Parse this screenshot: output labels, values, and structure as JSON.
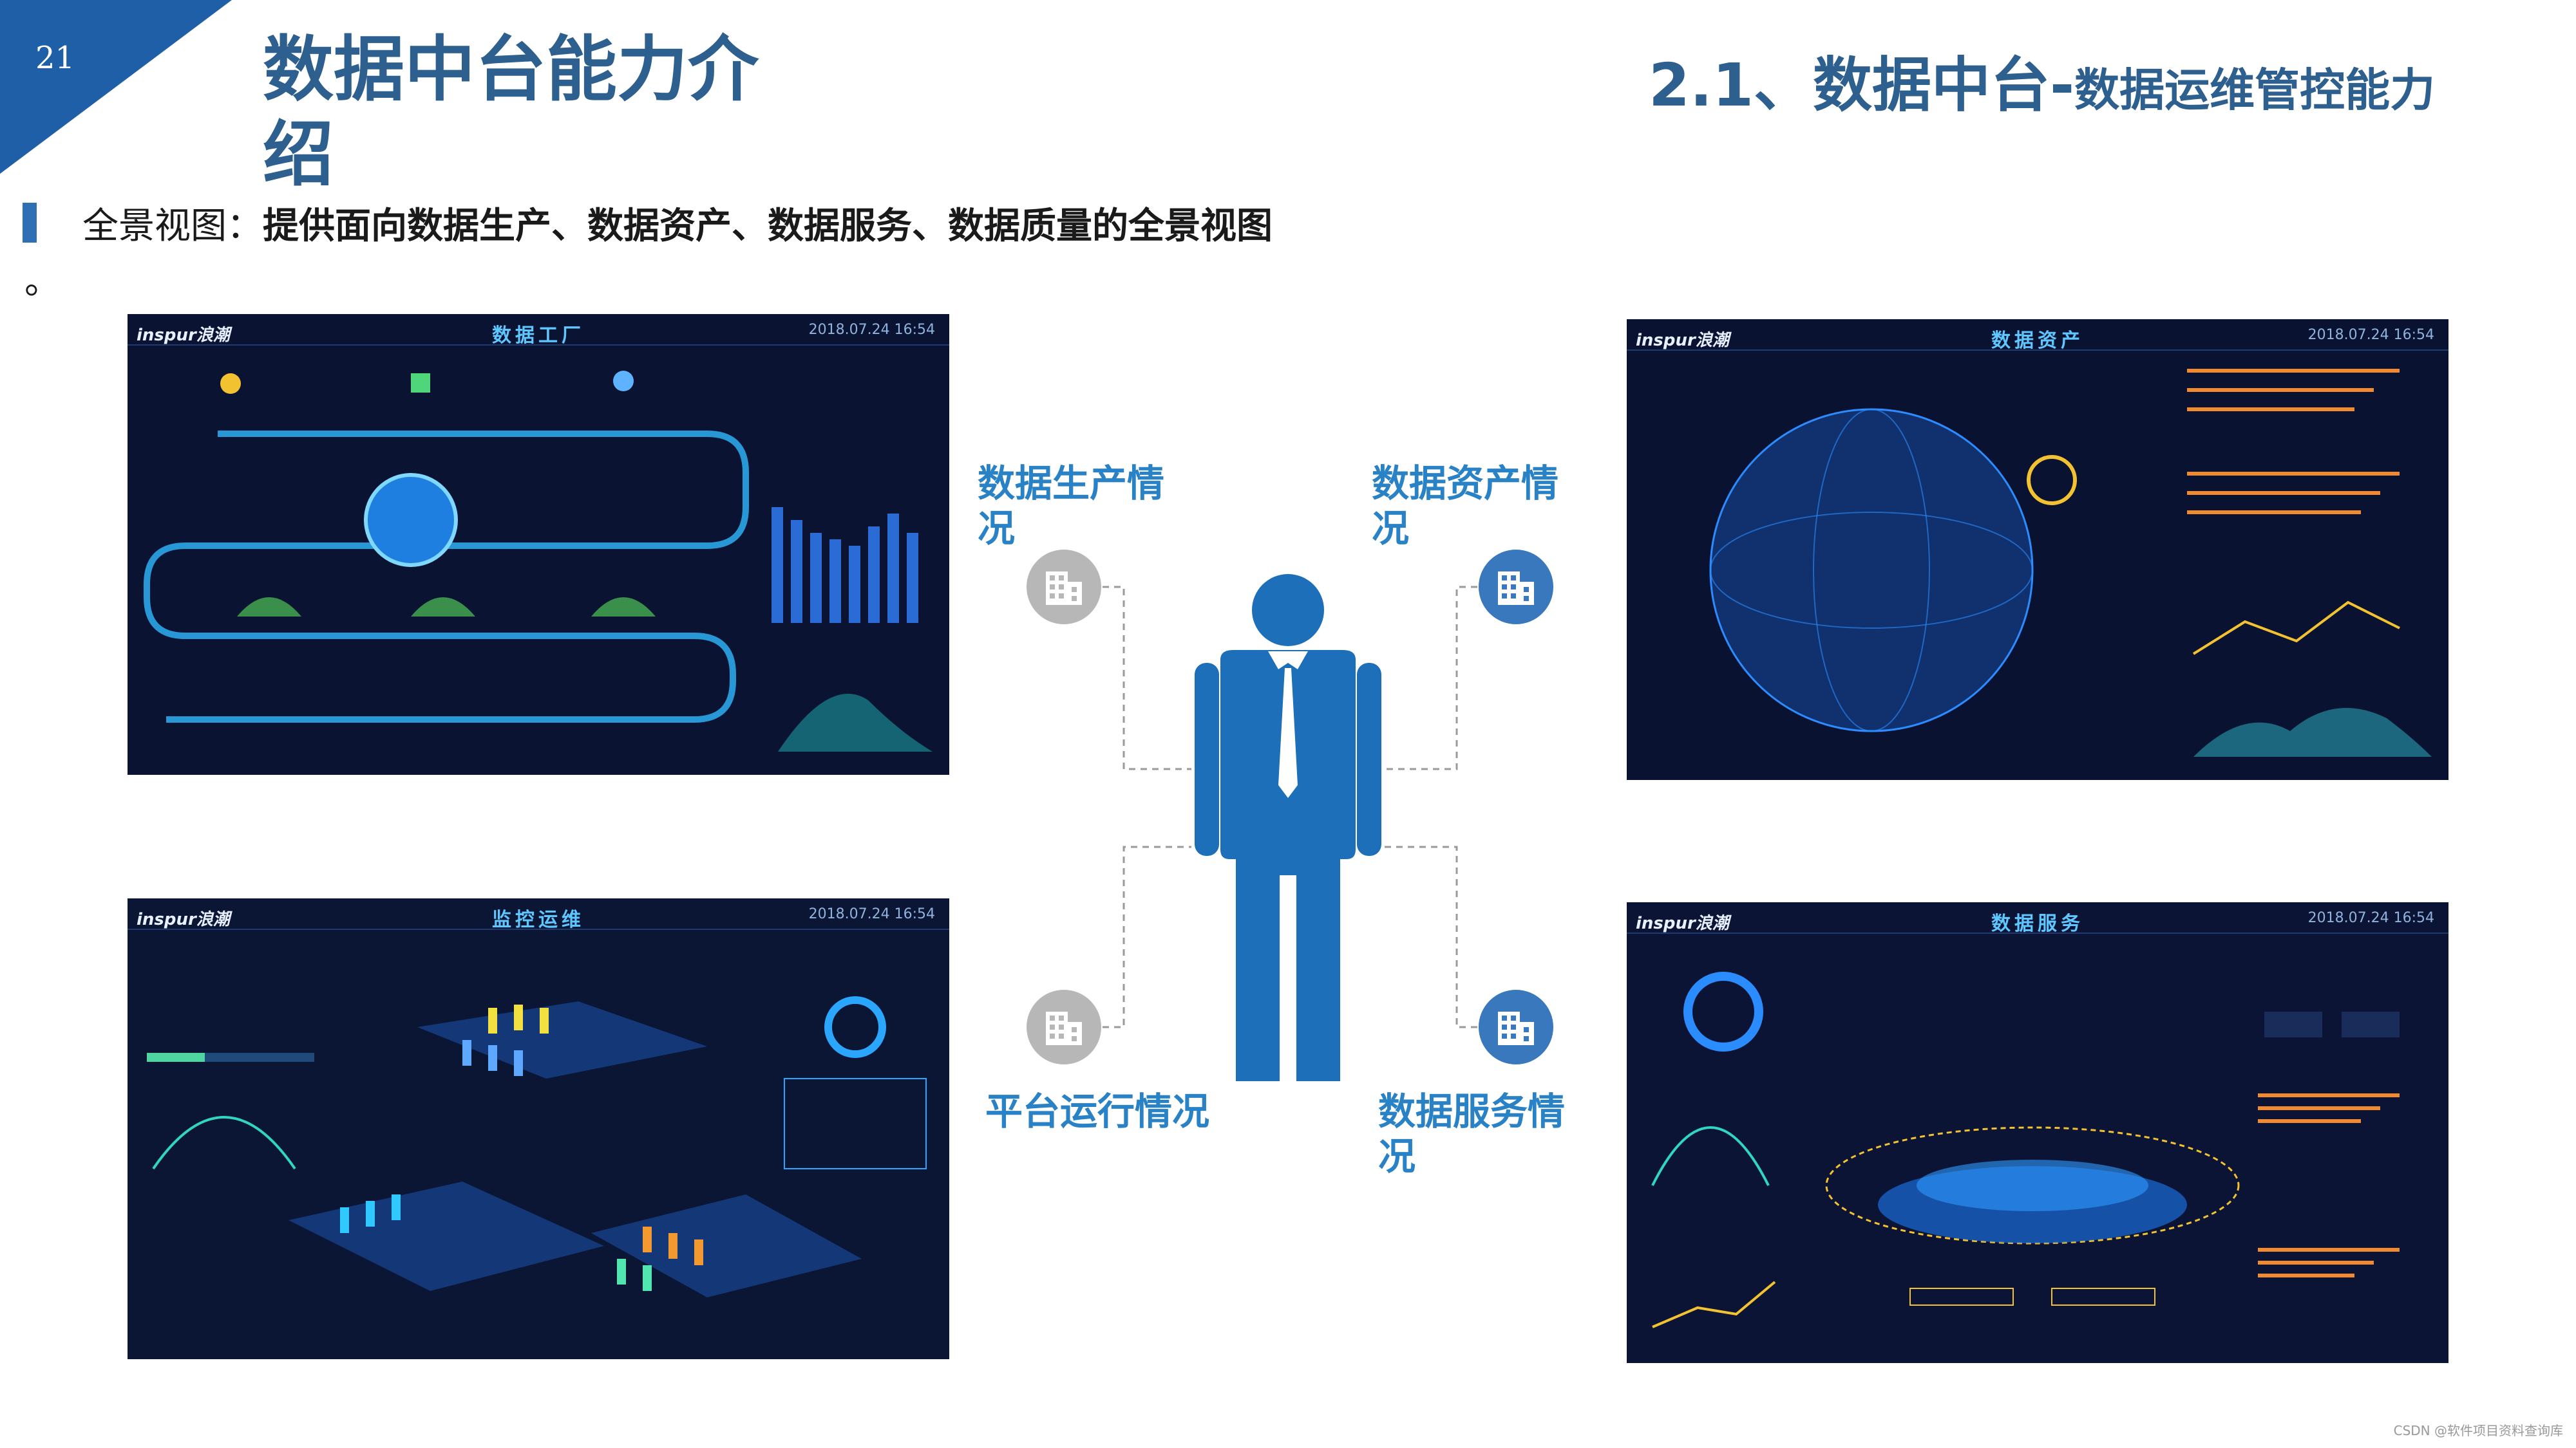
{
  "page_number": "21",
  "title": "数据中台能力介绍",
  "subtitle_main": "2.1、数据中台-",
  "subtitle_rest": "数据运维管控能力",
  "overview_label": "全景视图：",
  "overview_text": "提供面向数据生产、数据资产、数据服务、数据质量的全景视图",
  "overview_tail": "。",
  "labels": {
    "production": "数据生产情况",
    "assets": "数据资产情况",
    "operations": "平台运行情况",
    "services": "数据服务情况"
  },
  "screens": {
    "brand": "inspur浪潮",
    "timestamp": "2018.07.24 16:54",
    "factory_title": "数据工厂",
    "assets_title": "数据资产",
    "ops_title": "监控运维",
    "services_title": "数据服务"
  },
  "watermark": "CSDN @软件项目资料查询库",
  "colors": {
    "title": "#2d5f8f",
    "corner": "#1f5fa8",
    "label": "#2a82c6",
    "icon_grey": "#b7b7b7",
    "icon_blue": "#3a78bd",
    "person": "#1c6fb8"
  }
}
